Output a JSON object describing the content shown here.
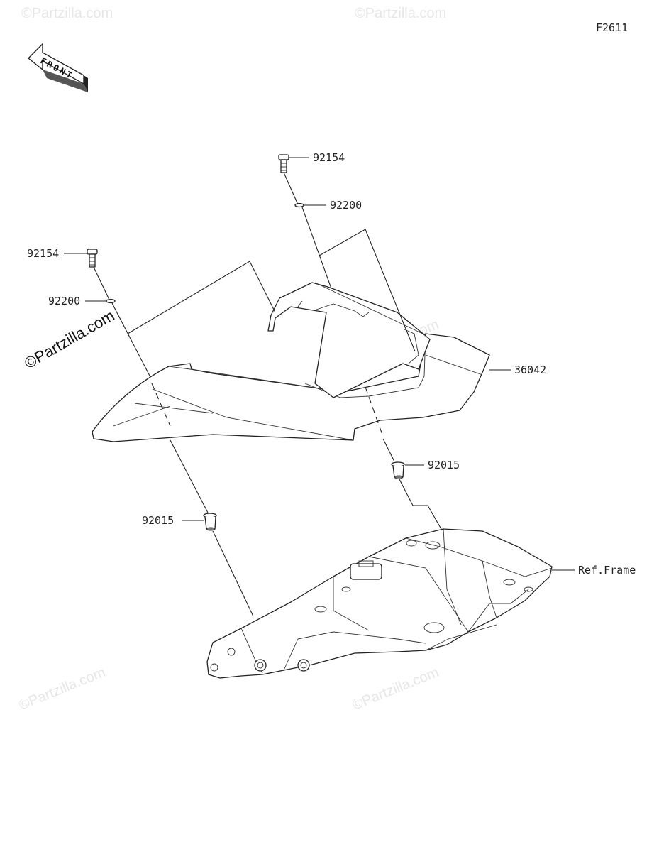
{
  "figure_code": "F2611",
  "front_arrow": {
    "label": "FRONT",
    "icon": "front-direction-arrow-icon"
  },
  "watermark": "©Partzilla.com",
  "parts": {
    "bolt_upper": "92154",
    "washer_upper": "92200",
    "bolt_left": "92154",
    "washer_left": "92200",
    "cover": "36042",
    "collar_right": "92015",
    "collar_left": "92015",
    "frame_ref": "Ref.Frame"
  }
}
